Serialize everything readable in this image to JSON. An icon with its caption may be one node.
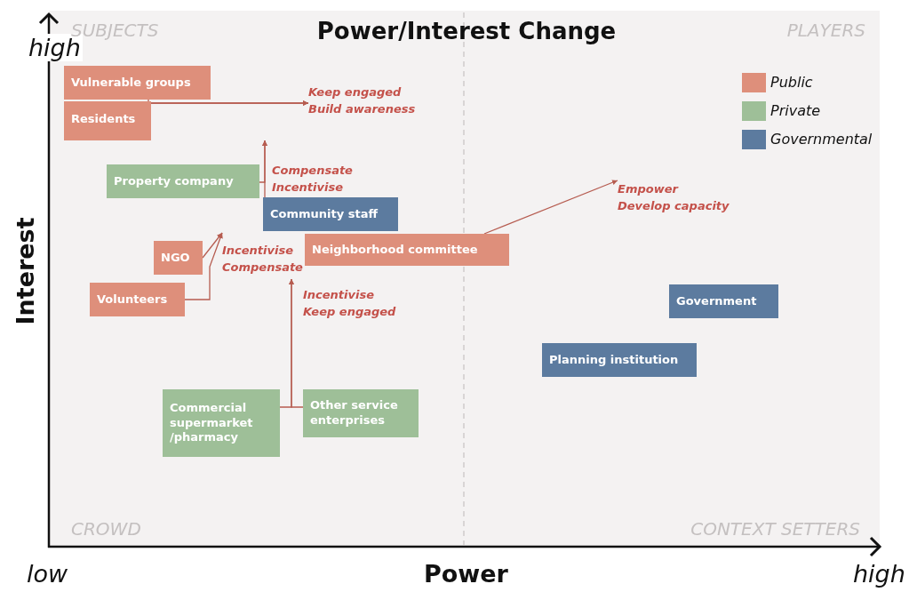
{
  "diagram": {
    "title": "Power/Interest Change",
    "nodes": [
      {
        "text": [
          "Vulnerable groups"
        ]
      },
      {
        "text": [
          "Residents"
        ]
      },
      {
        "text": [
          "Property company"
        ]
      },
      {
        "text": [
          "Community staff"
        ]
      },
      {
        "text": [
          "NGO"
        ]
      },
      {
        "text": [
          "Volunteers"
        ]
      },
      {
        "text": [
          "Neighborhood committee"
        ]
      },
      {
        "text": [
          "Government"
        ]
      },
      {
        "text": [
          "Planning institution"
        ]
      },
      {
        "text": [
          "Commercial supermarket /pharmacy"
        ]
      },
      {
        "text": [
          "Other service enterprises"
        ]
      },
      {
        "text": [
          "Keep engaged",
          "Build awareness"
        ]
      },
      {
        "text": [
          "Compensate",
          "Incentivise"
        ]
      },
      {
        "text": [
          "Incentivise",
          "Compensate"
        ]
      },
      {
        "text": [
          "Incentivise",
          "Keep engaged"
        ]
      },
      {
        "text": [
          "Empower",
          "Develop capacity"
        ]
      }
    ],
    "edges": [
      {
        "from": 0,
        "to": 11,
        "arrow": "to"
      },
      {
        "from": 1,
        "to": 11,
        "arrow": "to"
      },
      {
        "from": 2,
        "to": 12,
        "arrow": "to"
      },
      {
        "from": 3,
        "to": 12,
        "arrow": "to"
      },
      {
        "from": 4,
        "to": 13,
        "arrow": "to"
      },
      {
        "from": 5,
        "to": 13,
        "arrow": "to"
      },
      {
        "from": 9,
        "to": 14,
        "arrow": "to"
      },
      {
        "from": 10,
        "to": 14,
        "arrow": "to"
      },
      {
        "from": 6,
        "to": 15,
        "arrow": "to"
      }
    ],
    "labels": [
      "high",
      "SUBJECTS",
      "PLAYERS",
      "Interest",
      "CROWD",
      "CONTEXT SETTERS",
      "low",
      "Power",
      "high"
    ],
    "legend": [
      {
        "text": "Public",
        "color": "#de8f7b"
      },
      {
        "text": "Private",
        "color": "#9ebf98"
      },
      {
        "text": "Governmental",
        "color": "#5c7b9f"
      }
    ]
  }
}
